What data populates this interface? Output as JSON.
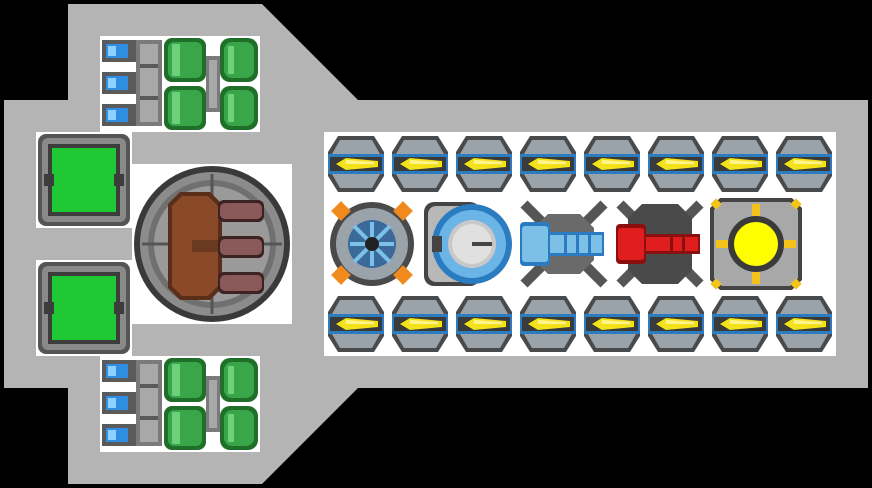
{
  "ship": {
    "hull_color": "#b4b4b4",
    "background_color": "#000000",
    "panel_color": "#ffffff"
  },
  "modules": {
    "thrusters": {
      "count": 6,
      "nozzle_color": "#2e8fe0",
      "tank_color": "#3aa64a"
    },
    "shield_emitters": {
      "count": 2,
      "color": "#1ec832"
    },
    "turret": {
      "barrels": 3,
      "color": "#8a4a2a"
    },
    "cells": {
      "per_row": 8,
      "rows": 2,
      "accent": "#f3e21b"
    },
    "core": [
      {
        "name": "fan-module",
        "accent": "#f08a1c"
      },
      {
        "name": "reactor-module",
        "accent": "#6ab4e8"
      },
      {
        "name": "blue-cannon",
        "accent": "#7cc0e8"
      },
      {
        "name": "red-cannon",
        "accent": "#e01e1e"
      },
      {
        "name": "light-module",
        "accent": "#ffff00"
      }
    ]
  }
}
